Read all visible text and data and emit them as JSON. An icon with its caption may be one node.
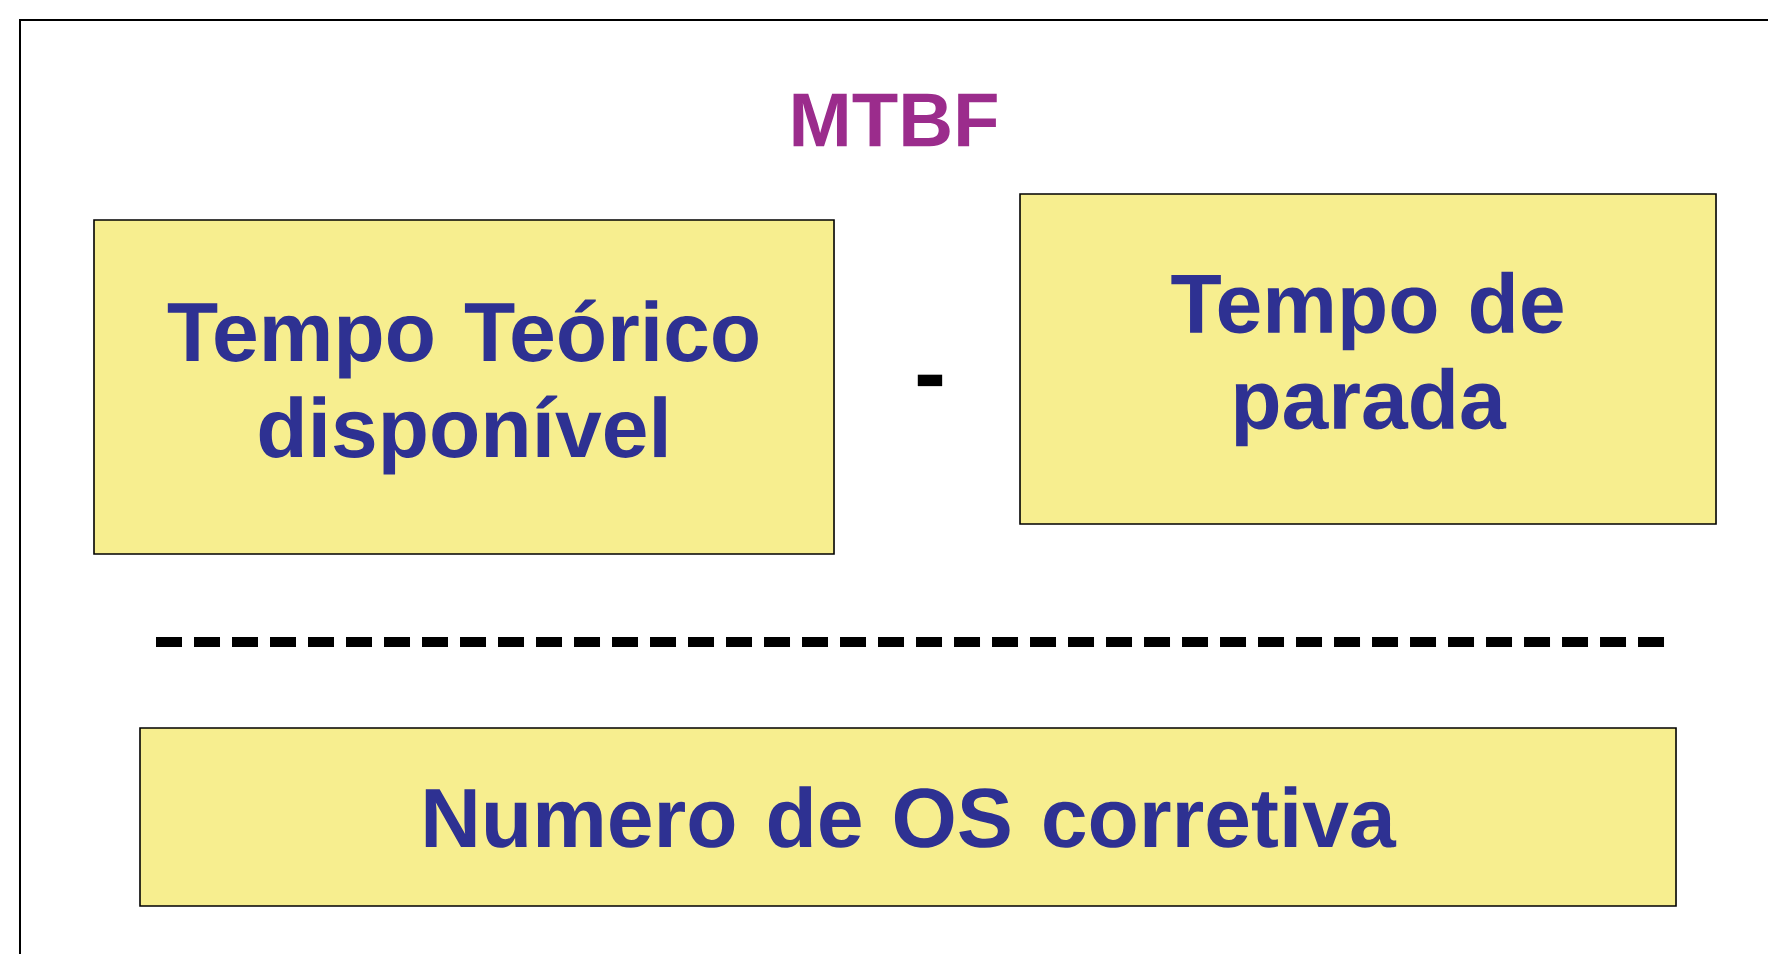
{
  "diagram": {
    "title": "MTBF",
    "nodes": [
      {
        "text": [
          "Tempo Teórico disponível"
        ]
      },
      {
        "text": [
          "Tempo de parada"
        ]
      },
      {
        "text": [
          "Numero de OS corretiva"
        ]
      }
    ],
    "labels": [
      "-"
    ]
  }
}
